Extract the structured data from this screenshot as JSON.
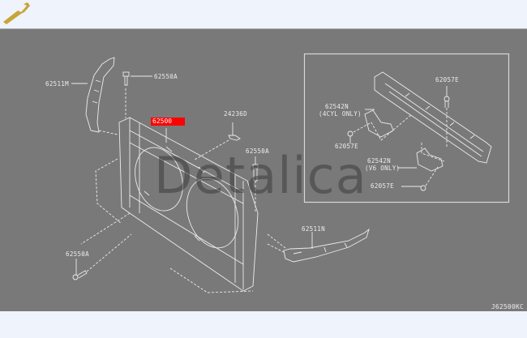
{
  "diagram": {
    "drawing_code": "J62500KC",
    "watermark": "Detalica",
    "highlighted_part": "62500",
    "colors": {
      "background": "#797979",
      "page": "#eff3fb",
      "line": "#ececec",
      "highlight": "#ff0000",
      "wrench": "#c8a43a"
    },
    "callouts": [
      {
        "part": "62511M"
      },
      {
        "part": "62550A"
      },
      {
        "part": "62500"
      },
      {
        "part": "24236D"
      },
      {
        "part": "62550A"
      },
      {
        "part": "62550A"
      },
      {
        "part": "62511N"
      }
    ],
    "inset": {
      "callouts": [
        {
          "part": "62057E"
        },
        {
          "part": "62542N",
          "note": "(4CYL ONLY)"
        },
        {
          "part": "62057E"
        },
        {
          "part": "62542N",
          "note": "(V6 ONLY)"
        },
        {
          "part": "62057E"
        }
      ]
    }
  }
}
